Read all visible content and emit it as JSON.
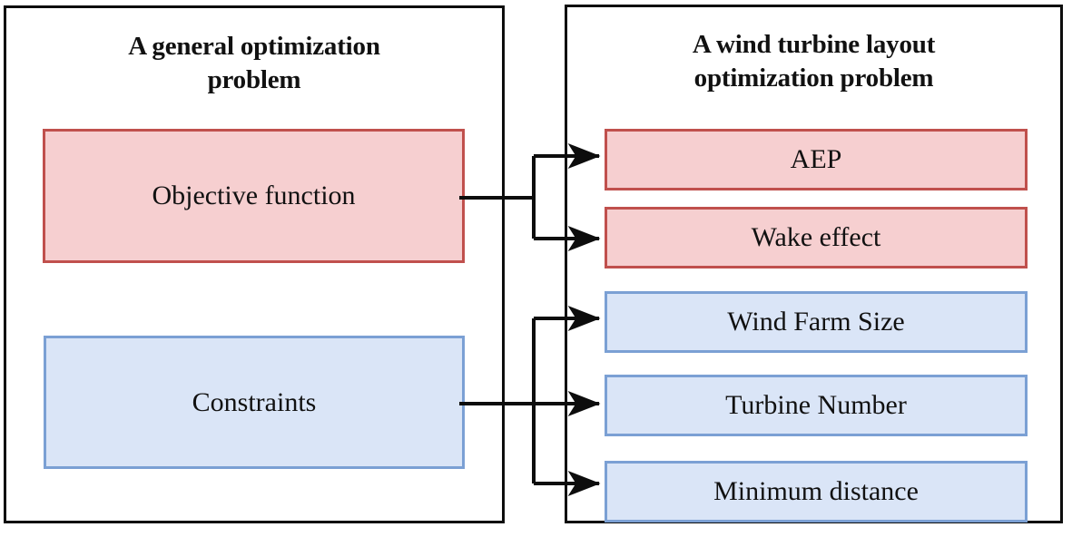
{
  "diagram": {
    "kind": "block-mapping-diagram",
    "panels": [
      {
        "id": "general",
        "title": "A general optimization\nproblem",
        "boxes": [
          {
            "id": "objective",
            "label": "Objective function",
            "color": "#f6cfd0",
            "border": "#c0504d"
          },
          {
            "id": "constraints",
            "label": "Constraints",
            "color": "#dae5f7",
            "border": "#7ba0d4"
          }
        ]
      },
      {
        "id": "windturbine",
        "title": "A wind turbine layout\noptimization problem",
        "boxes": [
          {
            "id": "aep",
            "label": "AEP",
            "color": "#f6cfd0",
            "border": "#c0504d"
          },
          {
            "id": "wake",
            "label": "Wake effect",
            "color": "#f6cfd0",
            "border": "#c0504d"
          },
          {
            "id": "farmsize",
            "label": "Wind Farm Size",
            "color": "#dae5f7",
            "border": "#7ba0d4"
          },
          {
            "id": "turbinenum",
            "label": "Turbine Number",
            "color": "#dae5f7",
            "border": "#7ba0d4"
          },
          {
            "id": "mindist",
            "label": "Minimum distance",
            "color": "#dae5f7",
            "border": "#7ba0d4"
          }
        ]
      }
    ],
    "connections": [
      {
        "from": "objective",
        "to": "aep"
      },
      {
        "from": "objective",
        "to": "wake"
      },
      {
        "from": "constraints",
        "to": "farmsize"
      },
      {
        "from": "constraints",
        "to": "turbinenum"
      },
      {
        "from": "constraints",
        "to": "mindist"
      }
    ],
    "colors": {
      "line": "#0d0d0d",
      "panel_border": "#0d0d0d",
      "red_fill": "#f6cfd0",
      "red_border": "#c0504d",
      "blue_fill": "#dae5f7",
      "blue_border": "#7ba0d4",
      "background": "#ffffff"
    }
  }
}
